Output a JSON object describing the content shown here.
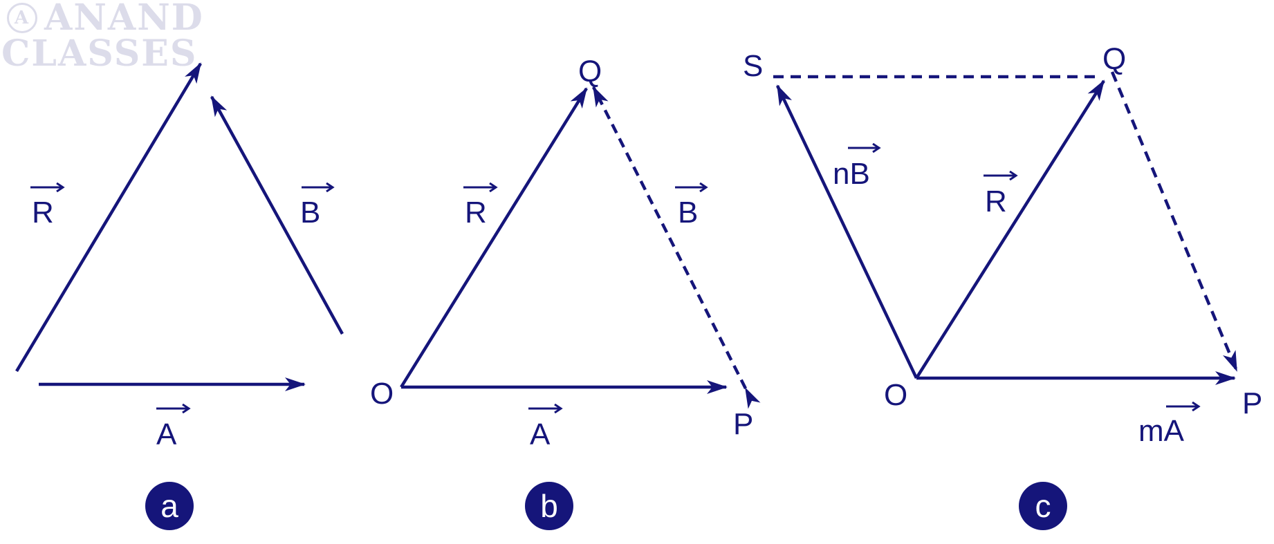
{
  "watermark": {
    "line1": "ANAND",
    "line2": "CLASSES"
  },
  "colors": {
    "ink": "#15157a",
    "watermark": "#dcdcea",
    "background": "#ffffff"
  },
  "panels": {
    "a": {
      "badge": "a",
      "vector_R": "R",
      "vector_B": "B",
      "vector_A": "A"
    },
    "b": {
      "badge": "b",
      "point_O": "O",
      "point_Q": "Q",
      "point_P": "P",
      "vector_R": "R",
      "vector_B": "B",
      "vector_A": "A"
    },
    "c": {
      "badge": "c",
      "point_S": "S",
      "point_Q": "Q",
      "point_O": "O",
      "point_P": "P",
      "vector_nB": "nB",
      "vector_R": "R",
      "vector_mA": "mA"
    }
  }
}
